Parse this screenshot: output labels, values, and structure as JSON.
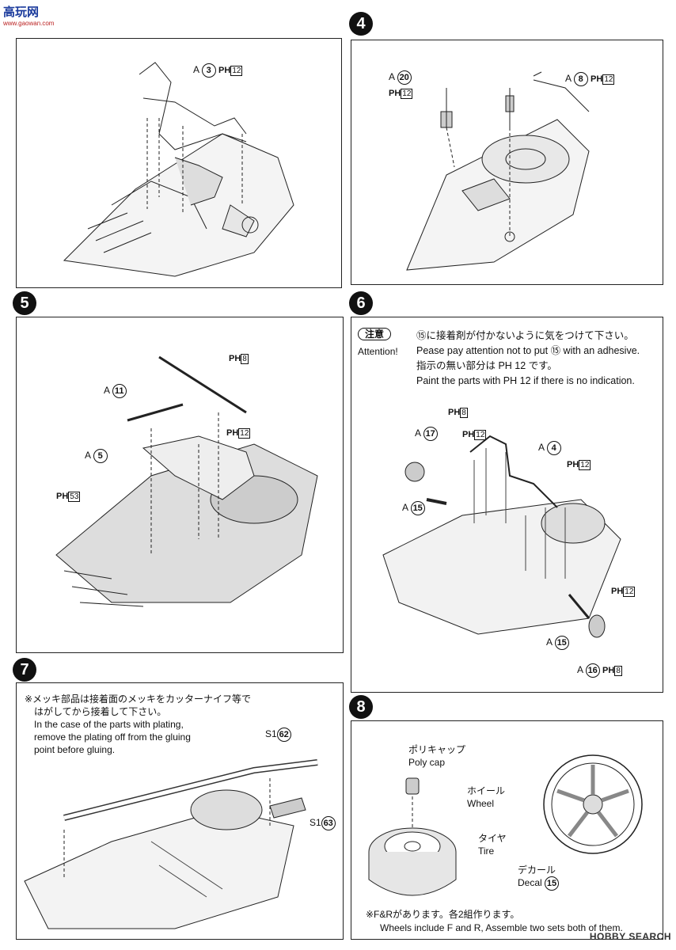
{
  "watermark": {
    "top": "高玩网",
    "sub": "www.gaowan.com"
  },
  "footer": "HOBBY SEARCH",
  "steps": {
    "s3": {
      "labels": {
        "a3_prefix": "A",
        "a3_num": "3",
        "a3_ph": "PH",
        "a3_box": "12"
      }
    },
    "s4": {
      "number": "4",
      "labels": {
        "a20_prefix": "A",
        "a20_num": "20",
        "a20_ph": "PH",
        "a20_box": "12",
        "a8_prefix": "A",
        "a8_num": "8",
        "a8_ph": "PH",
        "a8_box": "12"
      }
    },
    "s5": {
      "number": "5",
      "labels": {
        "a11_prefix": "A",
        "a11_num": "11",
        "a5_prefix": "A",
        "a5_num": "5",
        "ph8": "PH",
        "ph8_box": "8",
        "ph12": "PH",
        "ph12_box": "12",
        "ph53": "PH",
        "ph53_box": "53"
      }
    },
    "s6": {
      "number": "6",
      "attention_jp": "注意",
      "attention_en": "Attention!",
      "note_line1": "⑮に接着剤が付かないように気をつけて下さい。",
      "note_line2": "Pease pay attention not to put ⑮ with an adhesive.",
      "note_line3": "指示の無い部分は PH 12 です。",
      "note_line4": "Paint the parts with PH 12 if there is no indication.",
      "labels": {
        "a17_prefix": "A",
        "a17_num": "17",
        "a15_prefix": "A",
        "a15_num": "15",
        "a4_prefix": "A",
        "a4_num": "4",
        "ph8": "PH",
        "ph8_box": "8",
        "ph12a": "PH",
        "ph12a_box": "12",
        "ph12b": "PH",
        "ph12b_box": "12",
        "ph12c": "PH",
        "ph12c_box": "12",
        "a15b_prefix": "A",
        "a15b_num": "15",
        "a16_prefix": "A",
        "a16_num": "16",
        "ph8b": "PH",
        "ph8b_box": "8"
      }
    },
    "s7": {
      "number": "7",
      "note_line1": "※メッキ部品は接着面のメッキをカッターナイフ等で",
      "note_line2": "はがしてから接着して下さい。",
      "note_line3": "In the case of the parts with plating,",
      "note_line4": "remove the plating off from the gluing",
      "note_line5": "point before gluing.",
      "labels": {
        "s162_prefix": "S1",
        "s162_num": "62",
        "s163_prefix": "S1",
        "s163_num": "63"
      }
    },
    "s8": {
      "number": "8",
      "polycap_jp": "ポリキャップ",
      "polycap_en": "Poly cap",
      "wheel_jp": "ホイール",
      "wheel_en": "Wheel",
      "tire_jp": "タイヤ",
      "tire_en": "Tire",
      "decal_jp": "デカール",
      "decal_en": "Decal",
      "decal_num": "15",
      "note_line1": "※F&Rがあります。各2組作ります。",
      "note_line2": "Wheels include F and R, Assemble two sets both of them."
    }
  }
}
